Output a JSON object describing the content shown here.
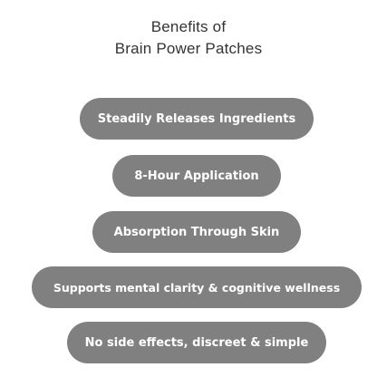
{
  "title": {
    "line1": "Benefits of",
    "line2": "Brain Power Patches"
  },
  "benefits": [
    {
      "label": "Steadily Releases Ingredients"
    },
    {
      "label": "8-Hour Application"
    },
    {
      "label": "Absorption Through Skin"
    },
    {
      "label": "Supports mental clarity & cognitive wellness"
    },
    {
      "label": "No side effects, discreet & simple"
    }
  ],
  "colors": {
    "pill_background": "#808080",
    "pill_text": "#ffffff",
    "title_text": "#333333"
  }
}
